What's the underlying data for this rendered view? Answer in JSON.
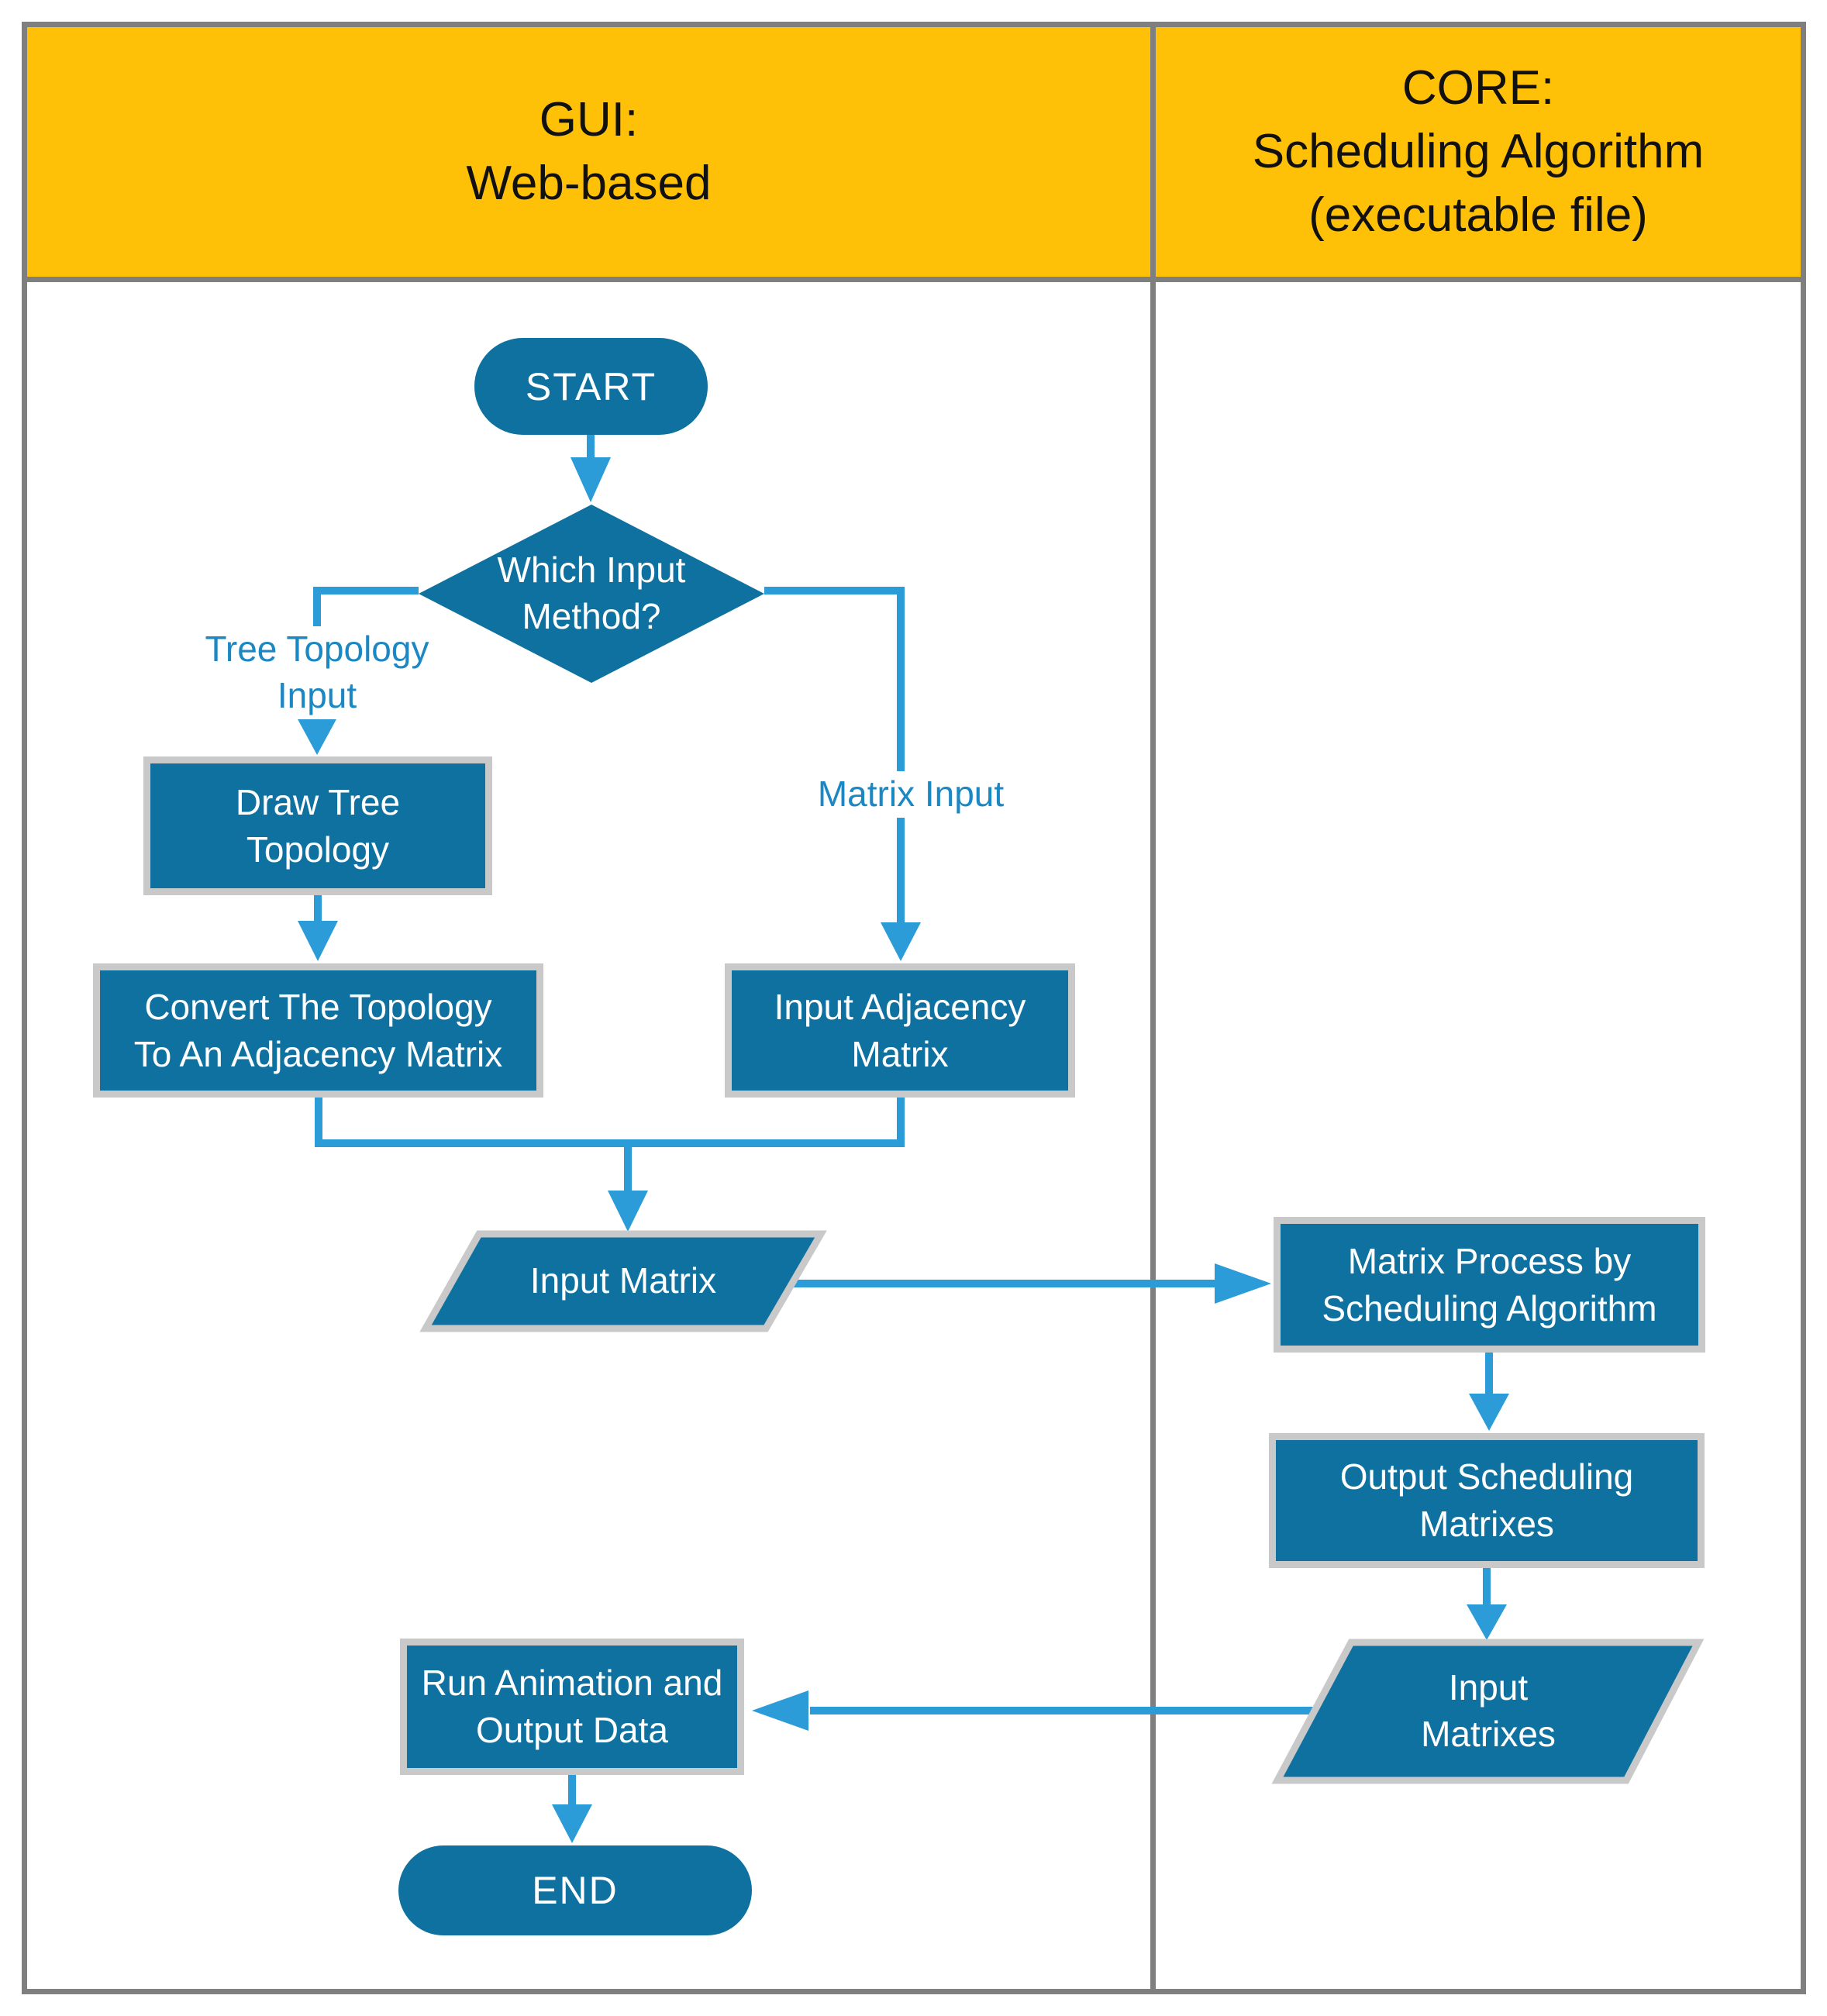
{
  "colors": {
    "header-yellow": "#FFC107",
    "frame-gray": "#7F7F7F",
    "node-fill": "#0F719F",
    "node-border": "#C9C9C9",
    "arrow-blue": "#2B9CD8",
    "edge-label-blue": "#1B87C3",
    "node-text": "#FFFFFF",
    "header-text": "#111111"
  },
  "headers": {
    "left": {
      "lines": [
        "GUI:",
        "Web-based"
      ]
    },
    "right": {
      "lines": [
        "CORE:",
        "Scheduling Algorithm",
        "(executable file)"
      ]
    }
  },
  "nodes": {
    "start": {
      "label": "START"
    },
    "decision": {
      "lines": [
        "Which Input",
        "Method?"
      ]
    },
    "draw_tree": {
      "lines": [
        "Draw Tree",
        "Topology"
      ]
    },
    "convert": {
      "lines": [
        "Convert The Topology",
        "To An Adjacency Matrix"
      ]
    },
    "input_adjacency": {
      "lines": [
        "Input Adjacency",
        "Matrix"
      ]
    },
    "input_matrix": {
      "label": "Input Matrix"
    },
    "matrix_process": {
      "lines": [
        "Matrix Process by",
        "Scheduling Algorithm"
      ]
    },
    "output_scheduling": {
      "lines": [
        "Output Scheduling",
        "Matrixes"
      ]
    },
    "input_matrixes": {
      "lines": [
        "Input",
        "Matrixes"
      ]
    },
    "run_animation": {
      "lines": [
        "Run Animation and",
        "Output Data"
      ]
    },
    "end": {
      "label": "END"
    }
  },
  "edge_labels": {
    "tree_topology": {
      "lines": [
        "Tree Topology",
        "Input"
      ]
    },
    "matrix_input": {
      "label": "Matrix Input"
    }
  }
}
